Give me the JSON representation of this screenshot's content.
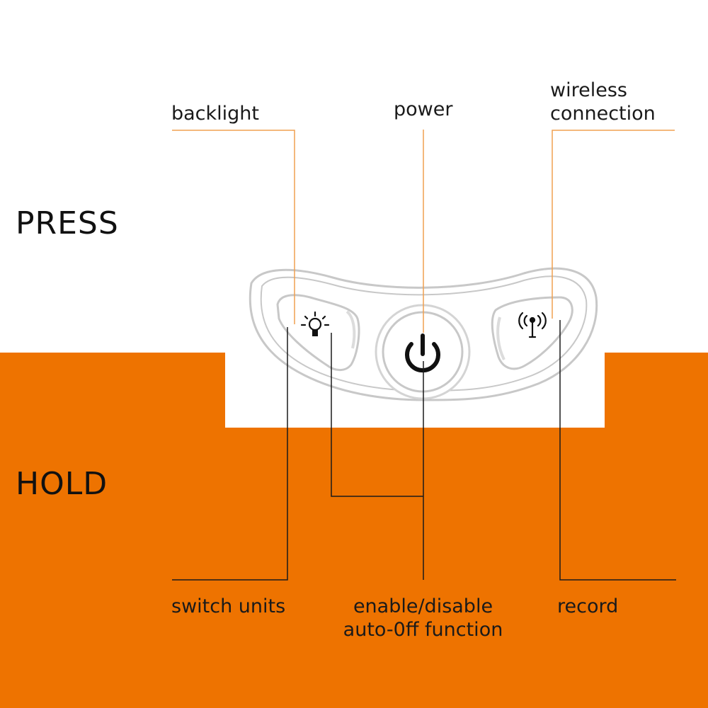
{
  "sections": {
    "press": "PRESS",
    "hold": "HOLD"
  },
  "press_labels": {
    "backlight": "backlight",
    "power": "power",
    "wireless_line1": "wireless",
    "wireless_line2": "connection"
  },
  "hold_labels": {
    "switch_units": "switch units",
    "auto_off_line1": "enable/disable",
    "auto_off_line2": "auto-0ff function",
    "record": "record"
  },
  "colors": {
    "accent": "#ee7300",
    "leader_press": "#f0a050",
    "leader_hold": "#1a1a1a",
    "panel_outline": "#c8c8c8"
  },
  "icons": [
    "bulb-icon",
    "power-icon",
    "antenna-icon"
  ]
}
